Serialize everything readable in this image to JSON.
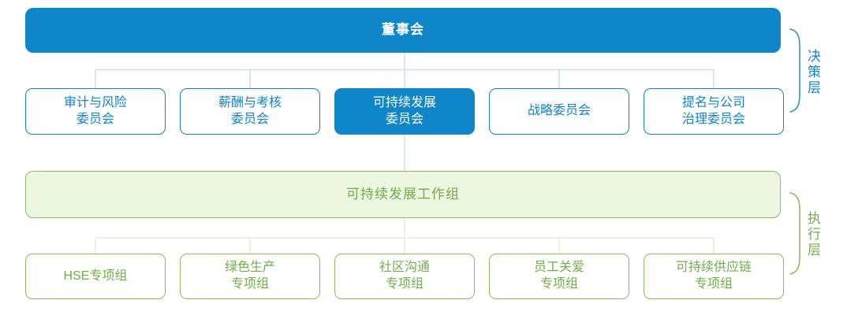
{
  "title": "ESG governance organization chart",
  "colors": {
    "primary_blue": "#0e86c8",
    "blue_outline": "#1583c5",
    "green_outline": "#8cbb62",
    "green_text": "#72ad4a",
    "green_fill": "#edf6e1",
    "blue_connector": "#d8e6f2",
    "green_connector": "#eef0e2"
  },
  "org": {
    "root": {
      "label": "董事会"
    },
    "committees": [
      {
        "label": "审计与风险\n委员会"
      },
      {
        "label": "薪酬与考核\n委员会"
      },
      {
        "label": "可持续发展\n委员会",
        "highlighted": "true"
      },
      {
        "label": "战略委员会"
      },
      {
        "label": "提名与公司\n治理委员会"
      }
    ],
    "working_group": {
      "label": "可持续发展工作组"
    },
    "task_groups": [
      {
        "label": "HSE专项组"
      },
      {
        "label": "绿色生产\n专项组"
      },
      {
        "label": "社区沟通\n专项组"
      },
      {
        "label": "员工关爱\n专项组"
      },
      {
        "label": "可持续供应链\n专项组"
      }
    ],
    "layers": [
      {
        "label": "决策层"
      },
      {
        "label": "执行层"
      }
    ]
  }
}
